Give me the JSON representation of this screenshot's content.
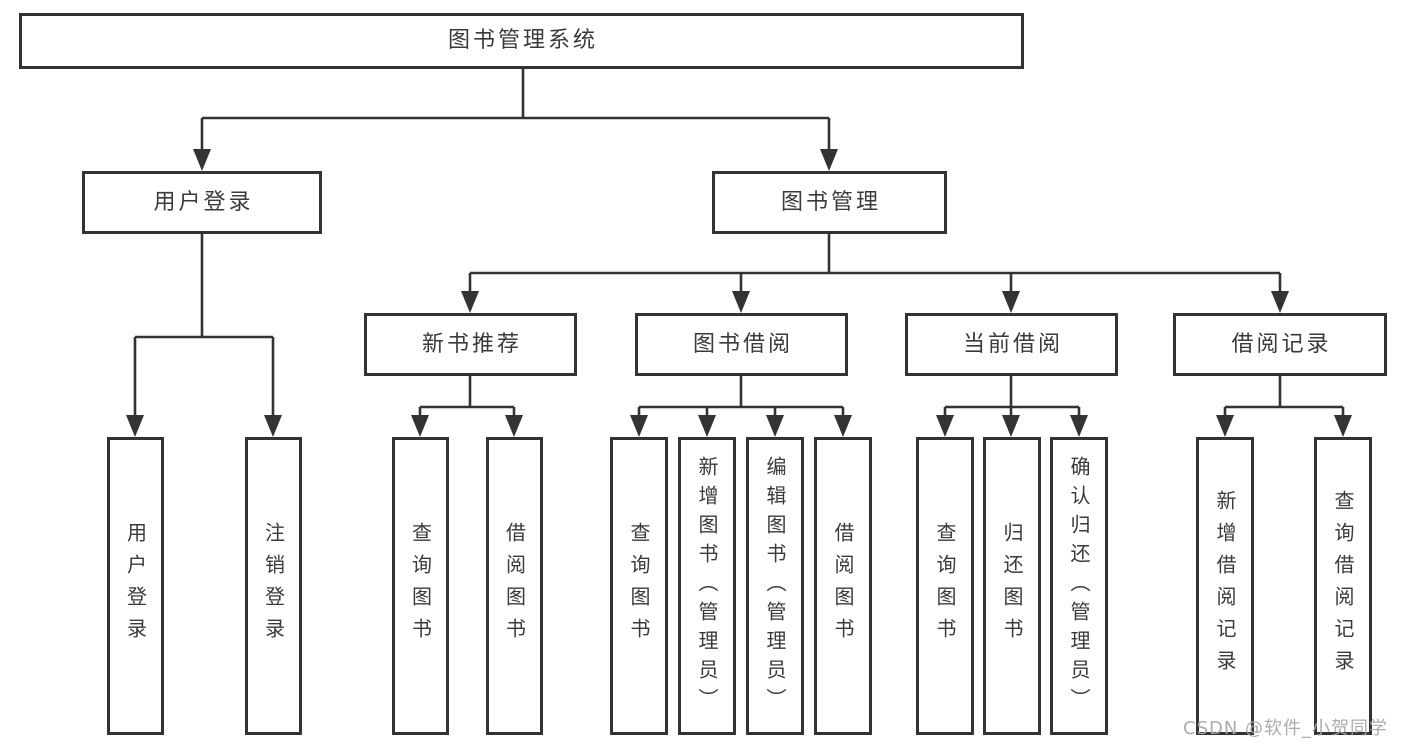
{
  "diagram": {
    "root": "图书管理系统",
    "level2": {
      "user_login": "用户登录",
      "book_management": "图书管理"
    },
    "level3": {
      "new_book_recommend": "新书推荐",
      "book_borrow": "图书借阅",
      "current_borrow": "当前借阅",
      "borrow_records": "借阅记录"
    },
    "leaves": {
      "user_login": "用户登录",
      "logout": "注销登录",
      "recommend_query_book": "查询图书",
      "recommend_borrow_book": "借阅图书",
      "borrow_query_book": "查询图书",
      "borrow_add_book": "新增图书（管理员）",
      "borrow_edit_book": "编辑图书（管理员）",
      "borrow_borrow_book": "借阅图书",
      "current_query_book": "查询图书",
      "current_return_book": "归还图书",
      "current_confirm_return": "确认归还（管理员）",
      "records_add_record": "新增借阅记录",
      "records_query_record": "查询借阅记录"
    }
  },
  "watermark": "CSDN @软件_小贺同学",
  "colors": {
    "line": "#333333",
    "text": "#3a3a3a",
    "box_background": "#ffffff",
    "watermark": "#a8a8a8"
  }
}
